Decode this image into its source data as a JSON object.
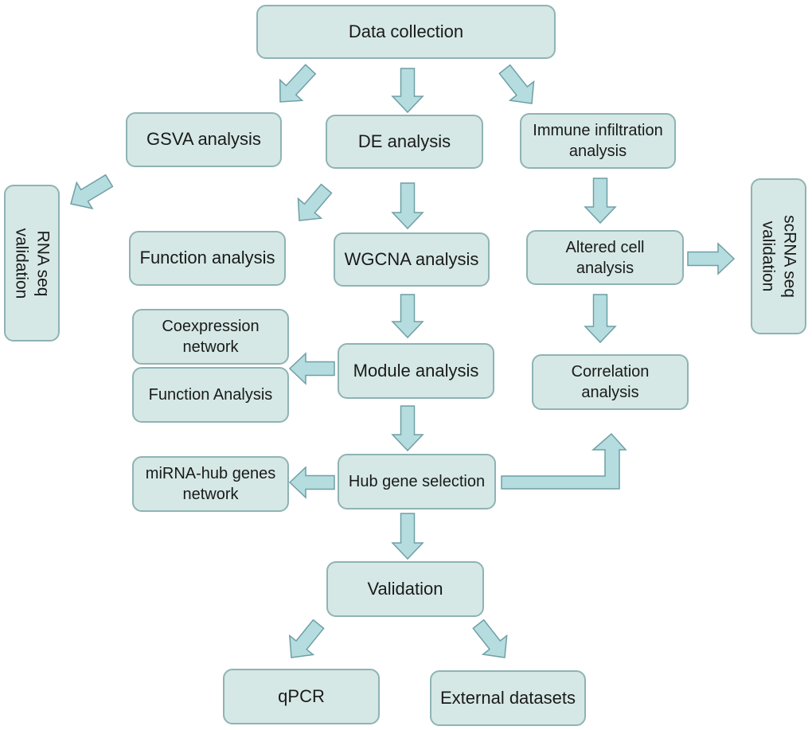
{
  "colors": {
    "box_fill": "#d5e8e5",
    "box_stroke": "#8fb3b4",
    "arrow_fill": "#b5dde0",
    "arrow_stroke": "#6f9fa4",
    "text": "#1a1a1a"
  },
  "nodes": {
    "data_collection": "Data collection",
    "gsva_analysis": "GSVA analysis",
    "de_analysis": "DE analysis",
    "immune_infiltration": [
      "Immune infiltration",
      "analysis"
    ],
    "rna_seq_validation": [
      "RNA seq",
      "validation"
    ],
    "function_analysis": "Function analysis",
    "wgcna_analysis": "WGCNA analysis",
    "altered_cell": [
      "Altered cell",
      "analysis"
    ],
    "scrna_seq_validation": [
      "scRNA seq",
      "validation"
    ],
    "coexpression_network": [
      "Coexpression",
      "network"
    ],
    "function_analysis_2": "Function Analysis",
    "module_analysis": "Module analysis",
    "correlation_analysis": [
      "Correlation",
      "analysis"
    ],
    "mirna_network": [
      "miRNA-hub genes",
      "network"
    ],
    "hub_gene_selection": "Hub gene selection",
    "validation": "Validation",
    "qpcr": "qPCR",
    "external_datasets": "External datasets"
  },
  "edges": [
    [
      "data_collection",
      "gsva_analysis"
    ],
    [
      "data_collection",
      "de_analysis"
    ],
    [
      "data_collection",
      "immune_infiltration"
    ],
    [
      "gsva_analysis",
      "rna_seq_validation"
    ],
    [
      "de_analysis",
      "function_analysis"
    ],
    [
      "de_analysis",
      "wgcna_analysis"
    ],
    [
      "immune_infiltration",
      "altered_cell"
    ],
    [
      "altered_cell",
      "scrna_seq_validation"
    ],
    [
      "altered_cell",
      "correlation_analysis"
    ],
    [
      "wgcna_analysis",
      "module_analysis"
    ],
    [
      "module_analysis",
      "coexpression_network"
    ],
    [
      "module_analysis",
      "hub_gene_selection"
    ],
    [
      "hub_gene_selection",
      "mirna_network"
    ],
    [
      "hub_gene_selection",
      "correlation_analysis"
    ],
    [
      "hub_gene_selection",
      "validation"
    ],
    [
      "validation",
      "qpcr"
    ],
    [
      "validation",
      "external_datasets"
    ]
  ]
}
